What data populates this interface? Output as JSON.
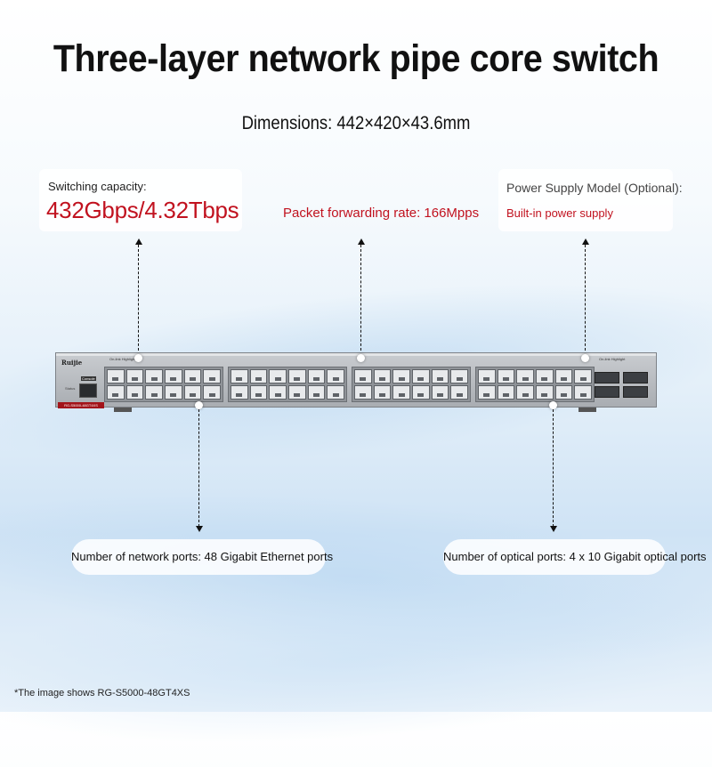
{
  "title": "Three-layer network pipe core switch",
  "dimensions": "Dimensions: 442×420×43.6mm",
  "switching": {
    "label": "Switching capacity:",
    "value": "432Gbps/4.32Tbps"
  },
  "packet_forwarding": "Packet forwarding rate: 166Mpps",
  "power_supply": {
    "label": "Power Supply Model (Optional):",
    "value": "Built-in power supply"
  },
  "network_ports": "Number of network ports: 48 Gigabit Ethernet ports",
  "optical_ports": "Number of optical ports: 4 x 10 Gigabit optical ports",
  "device": {
    "logo": "Ruijie",
    "console": "Console",
    "status": "Status",
    "model": "RG-S5000-48GT4XS",
    "group_header": "On-link Highlight",
    "sfp_header": "On-link Highlight"
  },
  "footnote": "*The image shows RG-S5000-48GT4XS",
  "colors": {
    "accent_red": "#c1121f",
    "background_blue": "#cfe3f5"
  }
}
